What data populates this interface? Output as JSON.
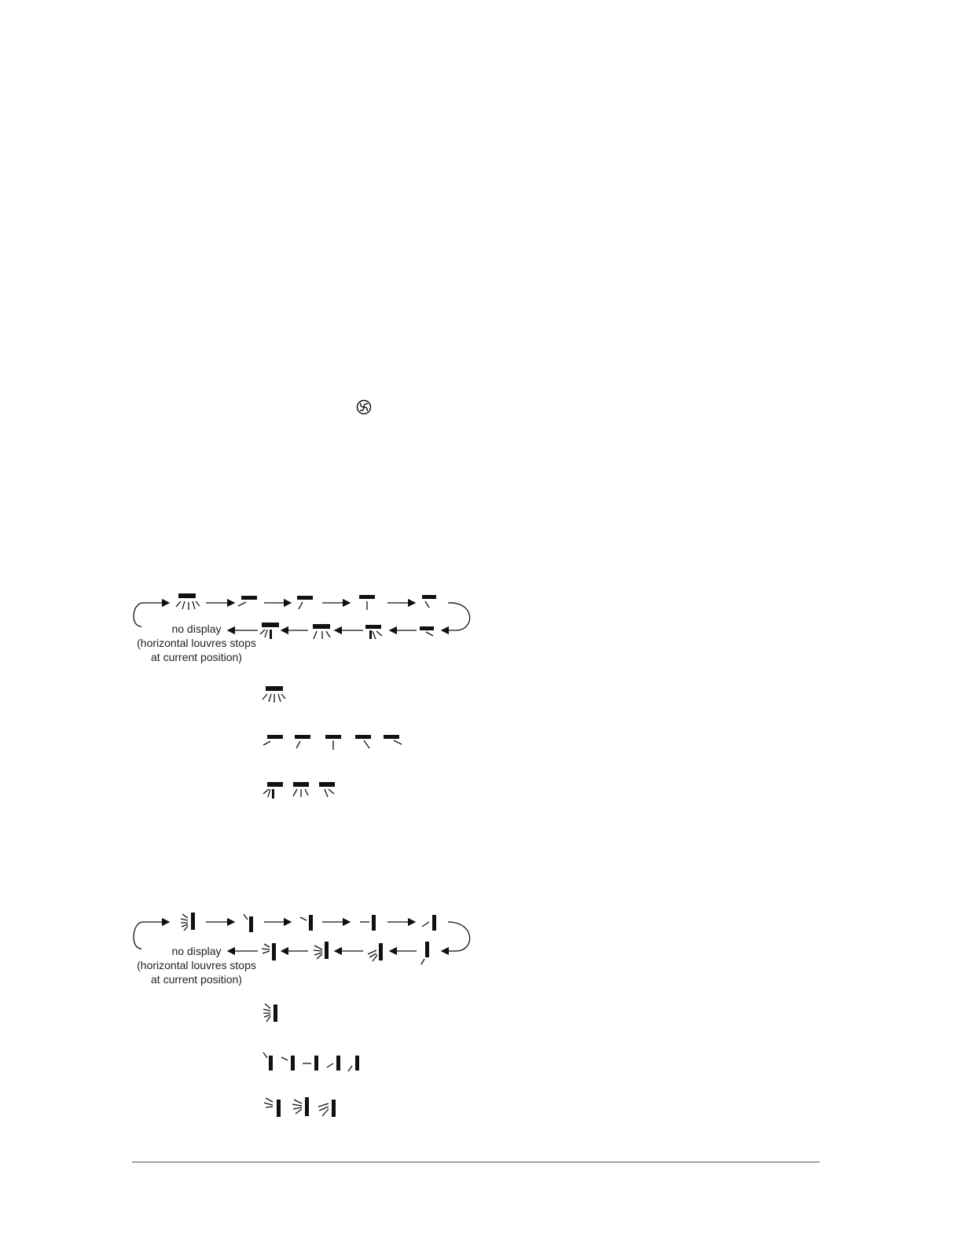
{
  "fan_icon": "fan-swirl-icon",
  "diagram_vertical": {
    "no_display": "no display",
    "note_line1": "(horizontal louvres stops",
    "note_line2": "at current position)"
  },
  "diagram_horizontal": {
    "no_display": "no display",
    "note_line1": "(horizontal louvres stops",
    "note_line2": "at current position)"
  }
}
